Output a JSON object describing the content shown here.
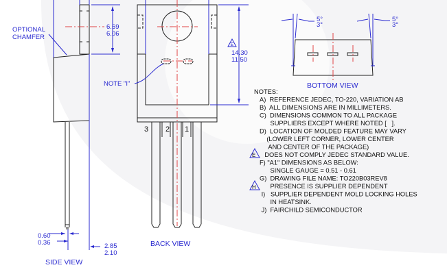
{
  "side_view": {
    "label": "SIDE VIEW",
    "chamfer_label": [
      "OPTIONAL",
      "CHAMFER"
    ],
    "tab_dim": [
      "6.69",
      "6.06"
    ],
    "lead_thk_dim": [
      "0.60",
      "0.36"
    ],
    "body_thk_dim": [
      "2.85",
      "2.10"
    ]
  },
  "back_view": {
    "label": "BACK VIEW",
    "note_callout": "NOTE \"I\"",
    "height_dim": [
      "14.30",
      "11.50"
    ],
    "note_flag": "E",
    "pins": [
      "3",
      "2",
      "1"
    ]
  },
  "bottom_view": {
    "label": "BOTTOM VIEW",
    "angle_left": [
      "5°",
      "3°"
    ],
    "angle_right": [
      "5°",
      "3°"
    ]
  },
  "notes": {
    "title": "NOTES:",
    "lines": [
      "A)  REFERENCE JEDEC, TO-220, VARIATION AB",
      "B)  ALL DIMENSIONS ARE IN MILLIMETERS.",
      "C)  DIMENSIONS COMMON TO ALL PACKAGE",
      "      SUPPLIERS EXCEPT WHERE NOTED [   ].",
      "D)  LOCATION OF MOLDED FEATURE MAY VARY",
      "    (LOWER LEFT CORNER, LOWER CENTER",
      "     AND CENTER OF THE PACKAGE)",
      "    DOES NOT COMPLY JEDEC STANDARD VALUE.",
      "F) \"A1\" DIMENSIONS AS BELOW:",
      "      SINGLE GAUGE = 0.51 - 0.61",
      "G)  DRAWING FILE NAME: TO220B03REV8",
      "      PRESENCE IS SUPPLIER DEPENDENT",
      " I)   SUPPLIER DEPENDENT MOLD LOCKING HOLES",
      "      IN HEATSINK.",
      " J)  FAIRCHILD SEMICONDUCTOR"
    ],
    "flag_e": "E",
    "flag_h": "H"
  }
}
